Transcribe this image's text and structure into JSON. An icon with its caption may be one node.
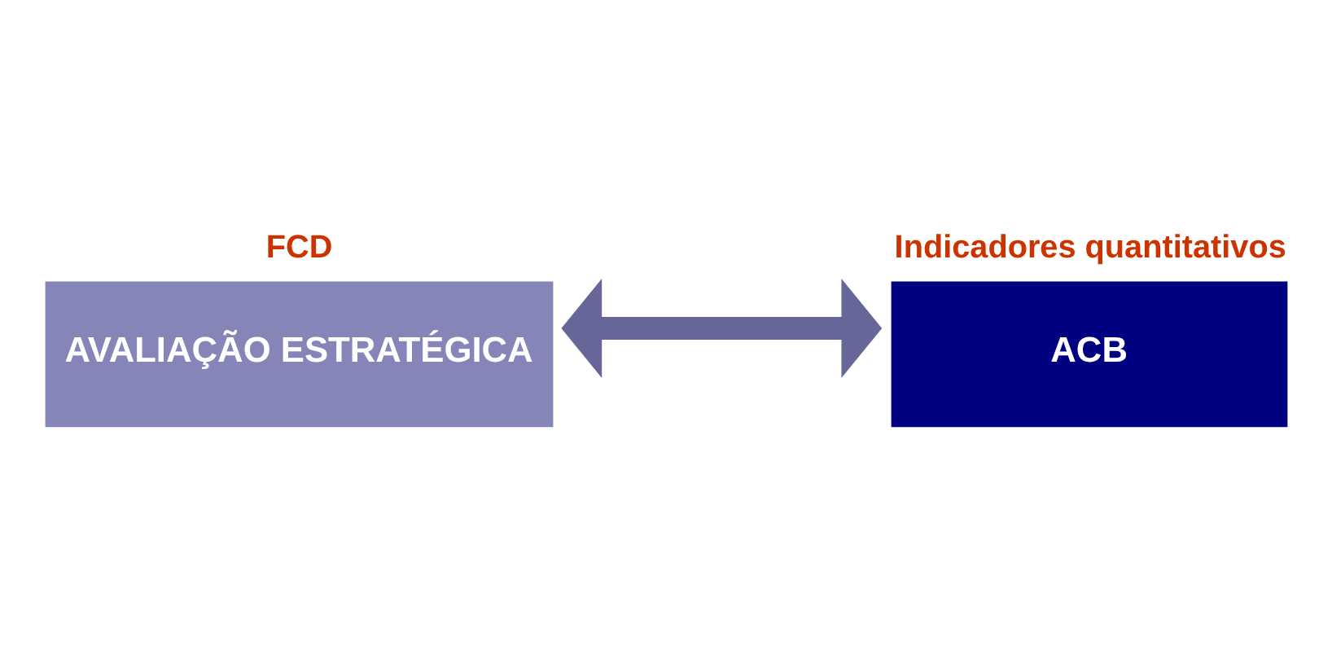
{
  "diagram": {
    "nodes": [
      {
        "text": [
          "FCD",
          "AVALIAÇÃO ESTRATÉGICA"
        ]
      },
      {
        "text": [
          "Indicadores quantitativos",
          "ACB"
        ]
      }
    ],
    "edges": [
      {
        "from": 0,
        "to": 1,
        "arrow": "both"
      }
    ]
  }
}
